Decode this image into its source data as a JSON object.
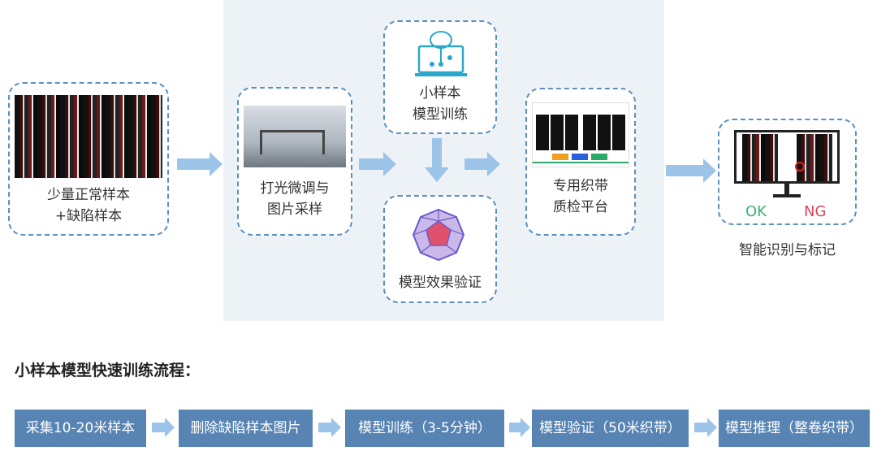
{
  "stages": {
    "samples": {
      "line1": "少量正常样本",
      "line2": "+缺陷样本"
    },
    "lighting": {
      "line1": "打光微调与",
      "line2": "图片采样"
    },
    "training": {
      "line1": "小样本",
      "line2": "模型训练"
    },
    "validation": {
      "label": "模型效果验证"
    },
    "platform": {
      "line1": "专用织带",
      "line2": "质检平台"
    },
    "recognition": {
      "ok": "OK",
      "ng": "NG",
      "caption": "智能识别与标记"
    }
  },
  "process": {
    "title": "小样本模型快速训练流程：",
    "steps": [
      "采集10-20米样本",
      "删除缺陷样本图片",
      "模型训练（3-5分钟）",
      "模型验证（50米织带）",
      "模型推理（整卷织带）"
    ]
  },
  "colors": {
    "accent": "#5b8fc0",
    "arrow": "#9cc3e8",
    "step": "#5784b3",
    "ok": "#3cb371",
    "ng": "#d9485a"
  }
}
